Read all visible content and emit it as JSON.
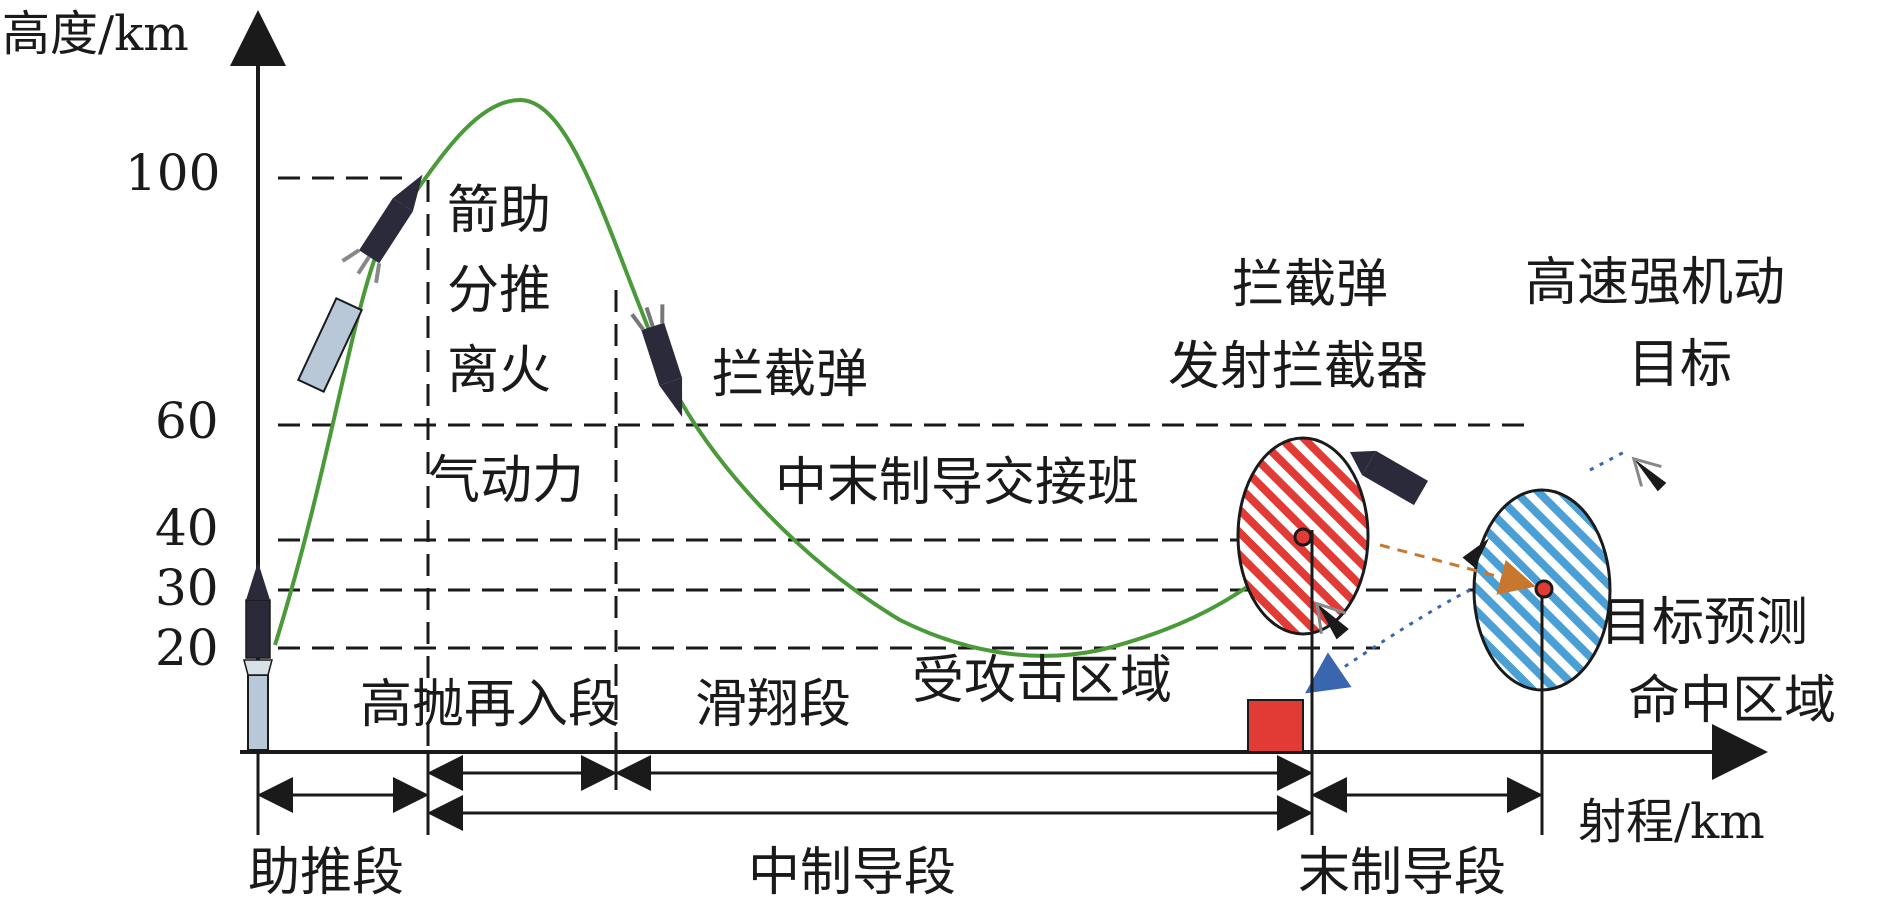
{
  "axes": {
    "y_title": "高度/km",
    "x_title": "射程/km",
    "y_ticks": [
      "100",
      "60",
      "40",
      "30",
      "20"
    ]
  },
  "labels": {
    "booster_sep_1": "箭助",
    "booster_sep_2": "分推",
    "booster_sep_3": "离火",
    "aerodynamic": "气动力",
    "interceptor": "拦截弹",
    "handover": "中末制导交接班",
    "launch_1": "拦截弹",
    "launch_2": "发射拦截器",
    "target_1": "高速强机动",
    "target_2": "目标",
    "predict_1": "目标预测",
    "predict_2": "命中区域",
    "reentry": "高抛再入段",
    "glide": "滑翔段",
    "attacked_zone": "受攻击区域"
  },
  "phases": {
    "boost": "助推段",
    "midcourse": "中制导段",
    "terminal": "末制导段"
  },
  "colors": {
    "trajectory": "#4a9a3a",
    "red_zone": "#e23a35",
    "blue_zone": "#4a9fd4",
    "orange_arrow": "#c8782e",
    "blue_arrow": "#3a66b0",
    "missile_body": "#2a2a3a",
    "booster": "#b8c8d8"
  }
}
